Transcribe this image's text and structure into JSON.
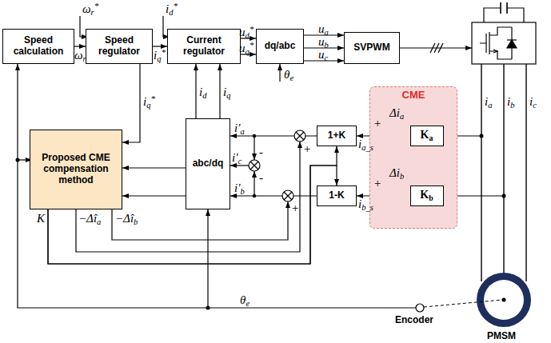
{
  "diagram": {
    "nodes": [
      {
        "text": [
          "Speed calculation"
        ]
      },
      {
        "text": [
          "Speed regulator"
        ]
      },
      {
        "text": [
          "Current regulator"
        ]
      },
      {
        "text": [
          "dq/abc"
        ]
      },
      {
        "text": [
          "SVPWM"
        ]
      },
      {
        "text": [
          "Proposed CME compensation method"
        ]
      },
      {
        "text": [
          "abc/dq"
        ]
      },
      {
        "text": [
          "1+K"
        ]
      },
      {
        "text": [
          "1-K"
        ]
      },
      {
        "text": [
          "CME"
        ]
      },
      {
        "text": [
          "Ka"
        ],
        "in": 9
      },
      {
        "text": [
          "Kb"
        ],
        "in": 9
      }
    ],
    "edges": [
      {
        "from": 0,
        "to": 1,
        "arrow": "to",
        "label": "ωr"
      },
      {
        "from": 1,
        "to": 2,
        "arrow": "to",
        "label": "iq*"
      },
      {
        "from": 2,
        "to": 3,
        "arrow": "to",
        "label": "ud*"
      },
      {
        "from": 2,
        "to": 3,
        "arrow": "to",
        "label": "uq*"
      },
      {
        "from": 3,
        "to": 4,
        "arrow": "to",
        "label": "ua"
      },
      {
        "from": 3,
        "to": 4,
        "arrow": "to",
        "label": "ub"
      },
      {
        "from": 3,
        "to": 4,
        "arrow": "to",
        "label": "uc"
      },
      {
        "from": 6,
        "to": 2,
        "arrow": "to",
        "label": "id"
      },
      {
        "from": 6,
        "to": 2,
        "arrow": "to",
        "label": "iq"
      },
      {
        "from": 1,
        "to": 5,
        "arrow": "to",
        "label": "iq*"
      },
      {
        "from": 6,
        "to": 5,
        "arrow": "to"
      },
      {
        "from": 6,
        "to": 5,
        "arrow": "to"
      },
      {
        "from": 7,
        "to": 6,
        "arrow": "to",
        "label": "i'a"
      },
      {
        "from": 8,
        "to": 6,
        "arrow": "to",
        "label": "i'b"
      },
      {
        "from": 10,
        "to": 7,
        "arrow": "to",
        "label": "ia_s"
      },
      {
        "from": 11,
        "to": 8,
        "arrow": "to",
        "label": "ib_s"
      },
      {
        "from": 5,
        "to": 7,
        "arrow": "to",
        "label": "K"
      },
      {
        "from": 5,
        "to": 8,
        "arrow": "to"
      }
    ],
    "labels": [
      "ωr*",
      "id*",
      "θe",
      "θe",
      "i'c",
      "−Δîa",
      "−Δîb",
      "ia",
      "ib",
      "ic",
      "Δia",
      "Δib",
      "+",
      "+",
      "+",
      "+",
      "-",
      "-",
      "Encoder",
      "PMSM"
    ]
  }
}
